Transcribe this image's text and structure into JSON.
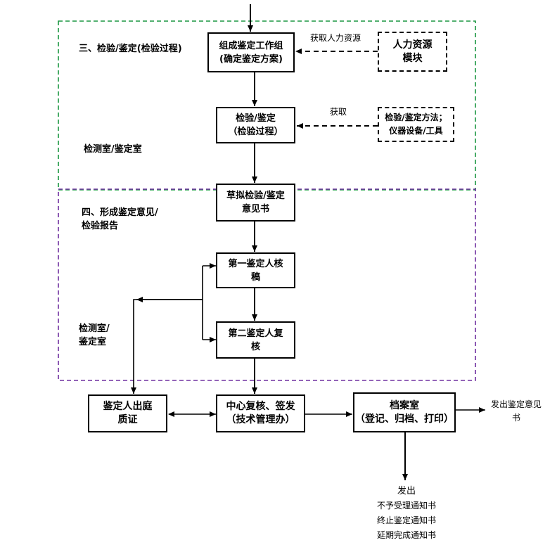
{
  "sections": {
    "inspection": "三、检验/鉴定(检验过程)",
    "opinion": "四、形成鉴定意见/\n检验报告"
  },
  "side_labels": {
    "lab_top": "检测室/鉴定室",
    "lab_bottom": "检测室/\n鉴定室"
  },
  "boxes": {
    "form_group": "组成鉴定工作组\n(确定鉴定方案)",
    "hr_module": "人力资源\n模块",
    "inspect": "检验/鉴定\n（检验过程）",
    "methods": "检验/鉴定方法；\n仪器设备/工具",
    "draft": "草拟检验/鉴定\n意见书",
    "first_review": "第一鉴定人核\n稿",
    "second_review": "第二鉴定人复\n核",
    "court": "鉴定人出庭\n质证",
    "center": "中心复核、签发\n（技术管理办）",
    "archive": "档案室\n（登记、归档、打印）"
  },
  "edge_labels": {
    "get_hr": "获取人力资源",
    "get": "获取",
    "issue_opinion": "发出鉴定意见\n书",
    "issue_title": "发出",
    "issue_items": [
      "不予受理通知书",
      "终止鉴定通知书",
      "延期完成通知书"
    ]
  },
  "colors": {
    "inspection_region": "#1a9641",
    "opinion_region": "#7030a0",
    "lines": "#000000"
  }
}
